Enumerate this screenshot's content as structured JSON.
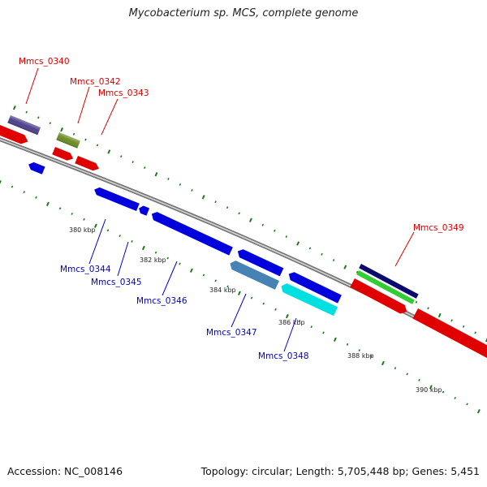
{
  "title": "Mycobacterium sp. MCS, complete genome",
  "footer": {
    "accession": "Accession: NC_008146",
    "topology": "Topology: circular; Length: 5,705,448 bp; Genes: 5,451"
  },
  "colors": {
    "backbone": "#888888",
    "forward_label": "#dd0000",
    "reverse_label": "#0000cc",
    "tick": "#1a7a1a"
  },
  "scale_labels": [
    "380 kbp",
    "382 kbp",
    "384 kbp",
    "386 kbp",
    "388 kbp",
    "390 kbp"
  ],
  "genes": [
    {
      "name": "Mmcs_0340",
      "strand": "forward",
      "color": "#d40000"
    },
    {
      "name": "Mmcs_0342",
      "strand": "forward",
      "color": "#d40000"
    },
    {
      "name": "Mmcs_0343",
      "strand": "forward",
      "color": "#d40000"
    },
    {
      "name": "Mmcs_0349",
      "strand": "forward",
      "color": "#d40000"
    },
    {
      "name": "Mmcs_0344",
      "strand": "reverse",
      "color": "#0000cc"
    },
    {
      "name": "Mmcs_0345",
      "strand": "reverse",
      "color": "#0000cc"
    },
    {
      "name": "Mmcs_0346",
      "strand": "reverse",
      "color": "#0000cc"
    },
    {
      "name": "Mmcs_0347",
      "strand": "reverse",
      "color": "#0000cc"
    },
    {
      "name": "Mmcs_0348",
      "strand": "reverse",
      "color": "#0000cc"
    }
  ]
}
